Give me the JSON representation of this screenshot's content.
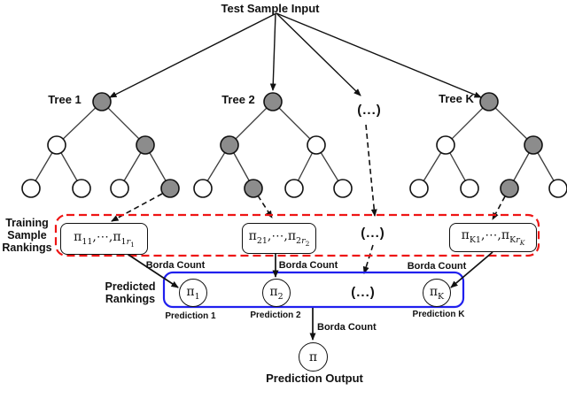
{
  "title": "Test Sample Input",
  "trees": {
    "tree1_label": "Tree 1",
    "tree2_label": "Tree 2",
    "treeK_label": "Tree K",
    "top_ellipsis": "(...)"
  },
  "training": {
    "label_lines": [
      "Training",
      "Sample",
      "Rankings"
    ],
    "ellipsis": "(...)",
    "box1": {
      "pi": "π",
      "sub1": "11",
      "mid": ",⋯,",
      "pi2": "π",
      "sub2_pre": "1",
      "sub2_r": "r",
      "sub2_sub": "1"
    },
    "box2": {
      "pi": "π",
      "sub1": "21",
      "mid": ",⋯,",
      "pi2": "π",
      "sub2_pre": "2",
      "sub2_r": "r",
      "sub2_sub": "2"
    },
    "boxK": {
      "pi": "π",
      "sub1": "K1",
      "mid": ",⋯,",
      "pi2": "π",
      "sub2_pre": "K",
      "sub2_r": "r",
      "sub2_sub": "K"
    }
  },
  "borda_count_label": "Borda Count",
  "predicted": {
    "label_lines": [
      "Predicted",
      "Rankings"
    ],
    "ellipsis": "(...)",
    "circle1": {
      "pi": "π",
      "sub": "1"
    },
    "circle2": {
      "pi": "π",
      "sub": "2"
    },
    "circleK": {
      "pi": "π",
      "sub": "K"
    },
    "caption1": "Prediction 1",
    "caption2": "Prediction 2",
    "captionK": "Prediction K"
  },
  "output": {
    "pi": "π",
    "caption": "Prediction Output"
  },
  "colors": {
    "node_gray": "#8c8c8c",
    "rankings_box_red": "#ee1515",
    "predicted_box_blue": "#2020ee"
  }
}
